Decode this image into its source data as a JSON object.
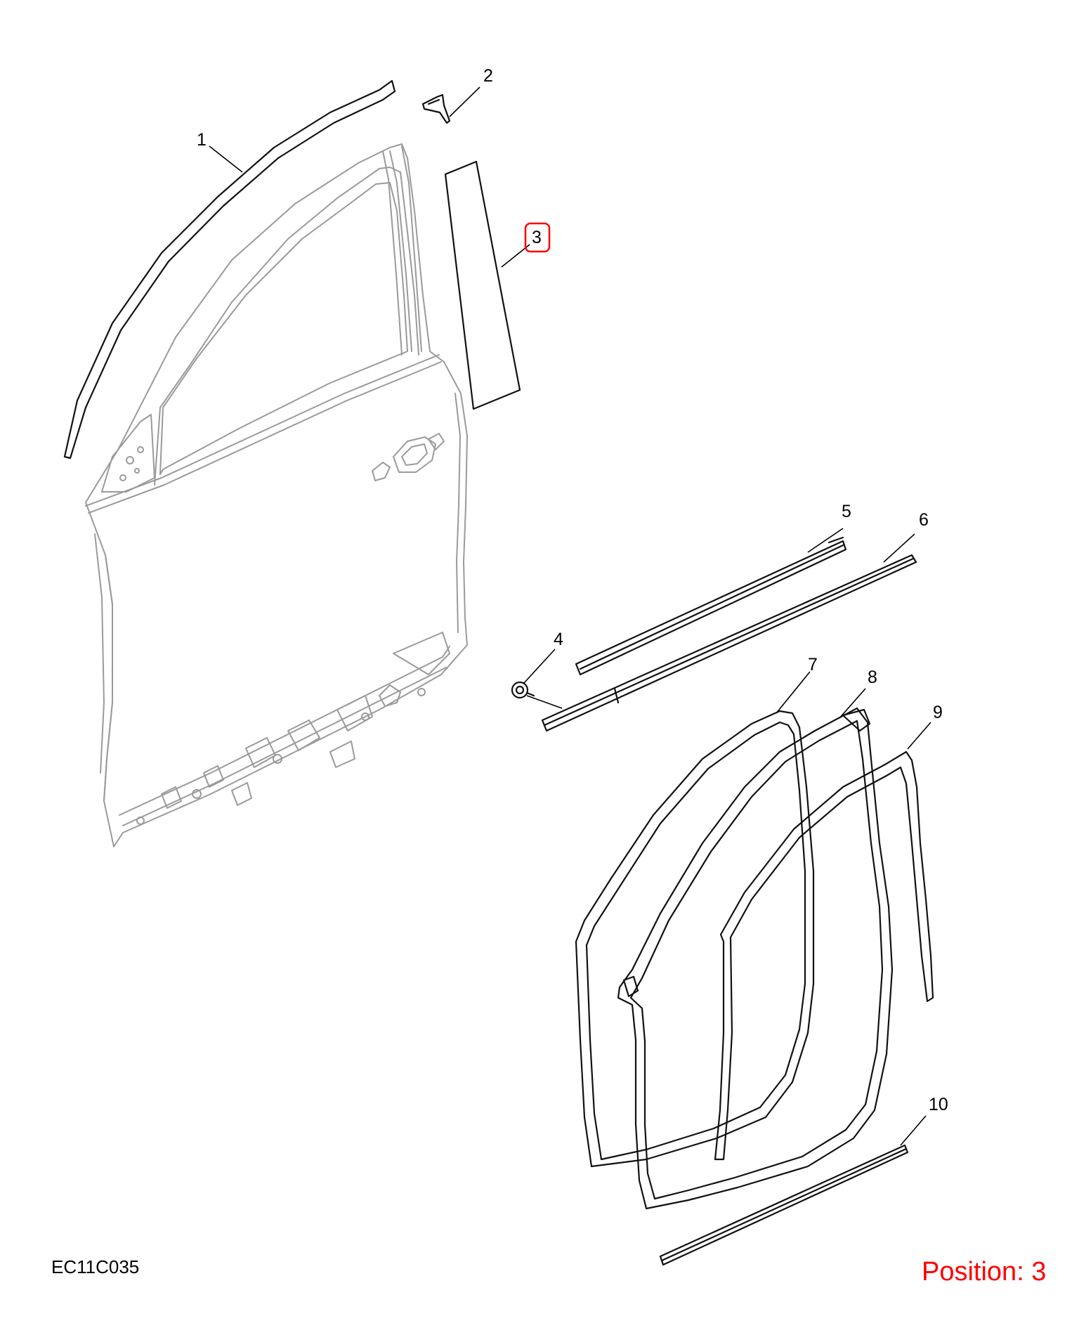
{
  "diagram": {
    "callouts": [
      {
        "id": "1",
        "label": "1"
      },
      {
        "id": "2",
        "label": "2"
      },
      {
        "id": "3",
        "label": "3"
      },
      {
        "id": "4",
        "label": "4"
      },
      {
        "id": "5",
        "label": "5"
      },
      {
        "id": "6",
        "label": "6"
      },
      {
        "id": "7",
        "label": "7"
      },
      {
        "id": "8",
        "label": "8"
      },
      {
        "id": "9",
        "label": "9"
      },
      {
        "id": "10",
        "label": "10"
      }
    ],
    "highlighted_callout": "3",
    "highlight_color": "#ff0000",
    "part_code": "EC11C035",
    "position_text": "Position: 3",
    "position_color": "#ff0000"
  }
}
